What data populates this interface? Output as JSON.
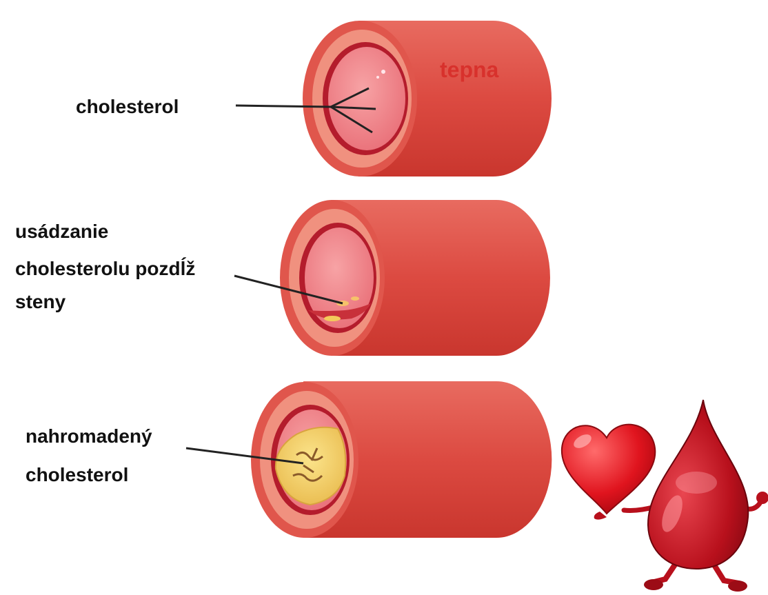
{
  "labels": {
    "top_cholesterol": "cholesterol",
    "artery": "tepna",
    "middle_line1": "usádzanie",
    "middle_line2": "cholesterolu pozdĺž",
    "middle_line3": "steny",
    "bottom_line1": "nahromadený",
    "bottom_line2": "cholesterol"
  },
  "colors": {
    "artery_outer": "#d9534f",
    "artery_body": "#e2574c",
    "artery_wall": "#f08a7e",
    "lumen": "#ef7f86",
    "plaque": "#f3cf62",
    "label_red": "#d8312c",
    "label_dark": "#111111"
  },
  "icons": {
    "heart": "heart-icon",
    "drop": "blood-drop-icon"
  }
}
